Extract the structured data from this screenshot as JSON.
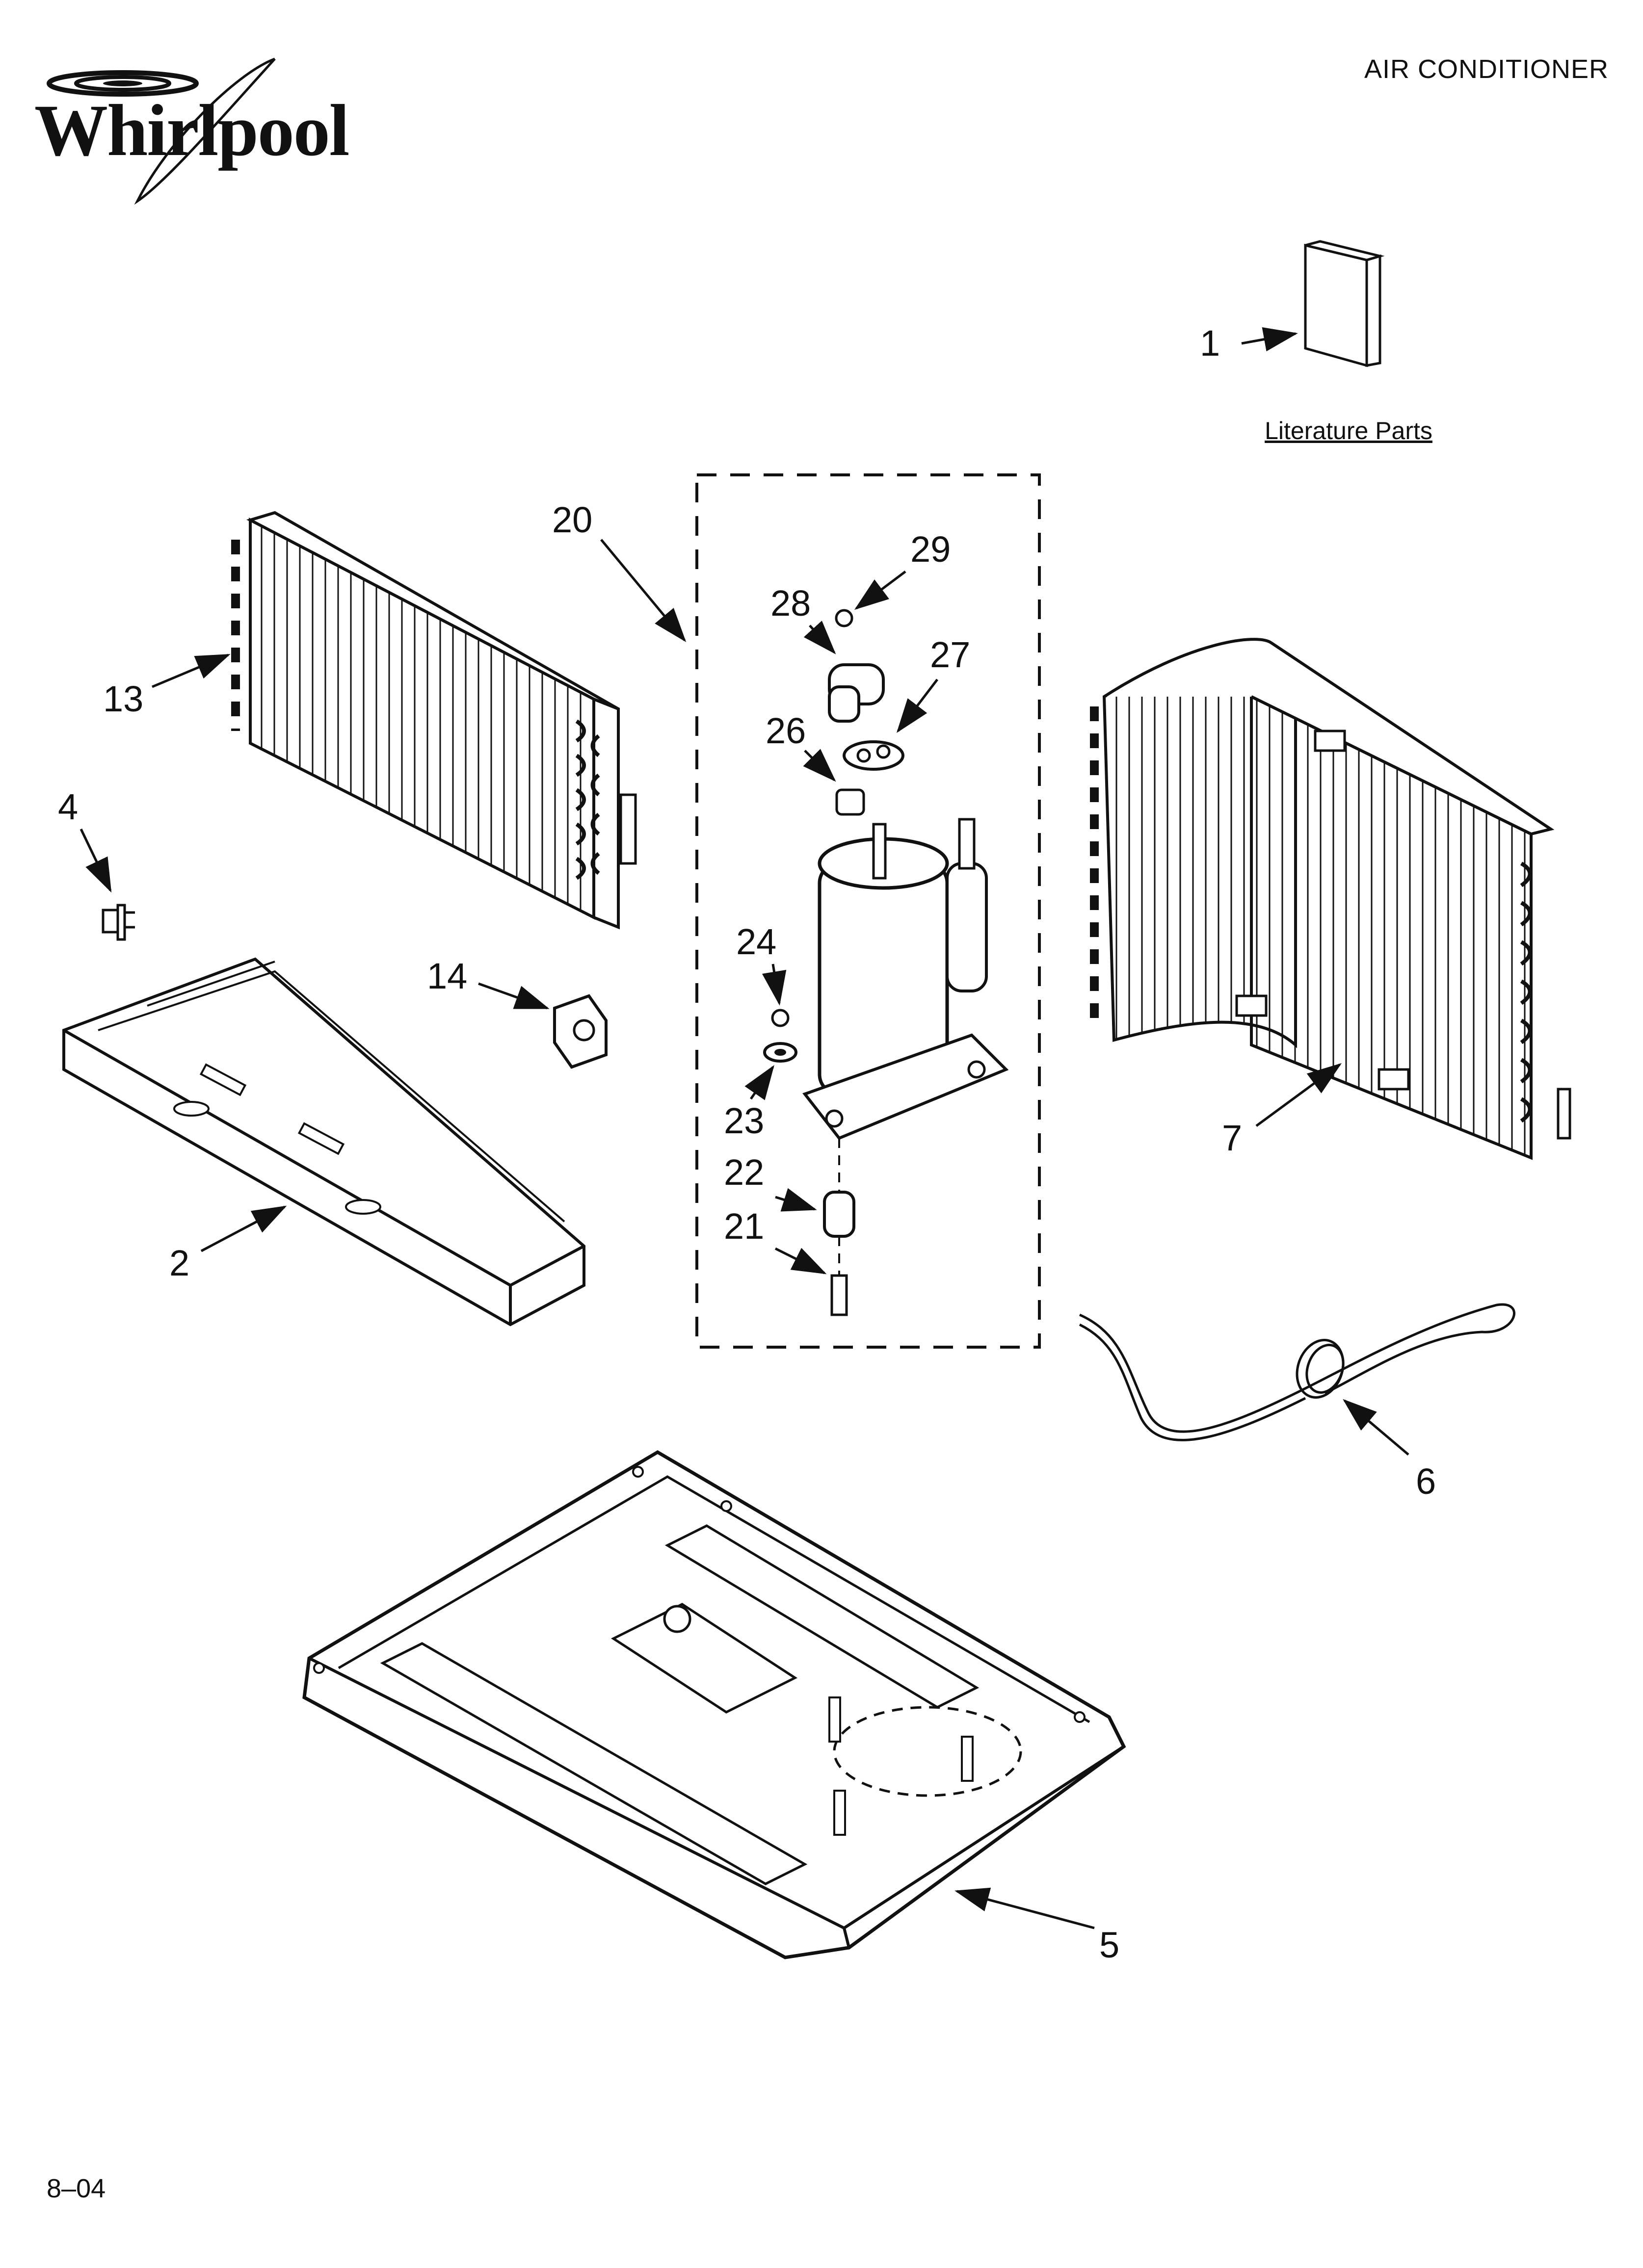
{
  "brand": {
    "name": "Whirlpool"
  },
  "header": {
    "title": "AIR CONDITIONER"
  },
  "footer": {
    "code": "8–04"
  },
  "literature": {
    "label": "Literature Parts"
  },
  "callouts": [
    {
      "id": "c1",
      "text": "1"
    },
    {
      "id": "c20",
      "text": "20"
    },
    {
      "id": "c29",
      "text": "29"
    },
    {
      "id": "c28",
      "text": "28"
    },
    {
      "id": "c27",
      "text": "27"
    },
    {
      "id": "c26",
      "text": "26"
    },
    {
      "id": "c13",
      "text": "13"
    },
    {
      "id": "c4",
      "text": "4"
    },
    {
      "id": "c14",
      "text": "14"
    },
    {
      "id": "c24",
      "text": "24"
    },
    {
      "id": "c23",
      "text": "23"
    },
    {
      "id": "c22",
      "text": "22"
    },
    {
      "id": "c21",
      "text": "21"
    },
    {
      "id": "c2",
      "text": "2"
    },
    {
      "id": "c7",
      "text": "7"
    },
    {
      "id": "c6",
      "text": "6"
    },
    {
      "id": "c5",
      "text": "5"
    }
  ],
  "colors": {
    "ink": "#111111",
    "paper": "#ffffff"
  }
}
